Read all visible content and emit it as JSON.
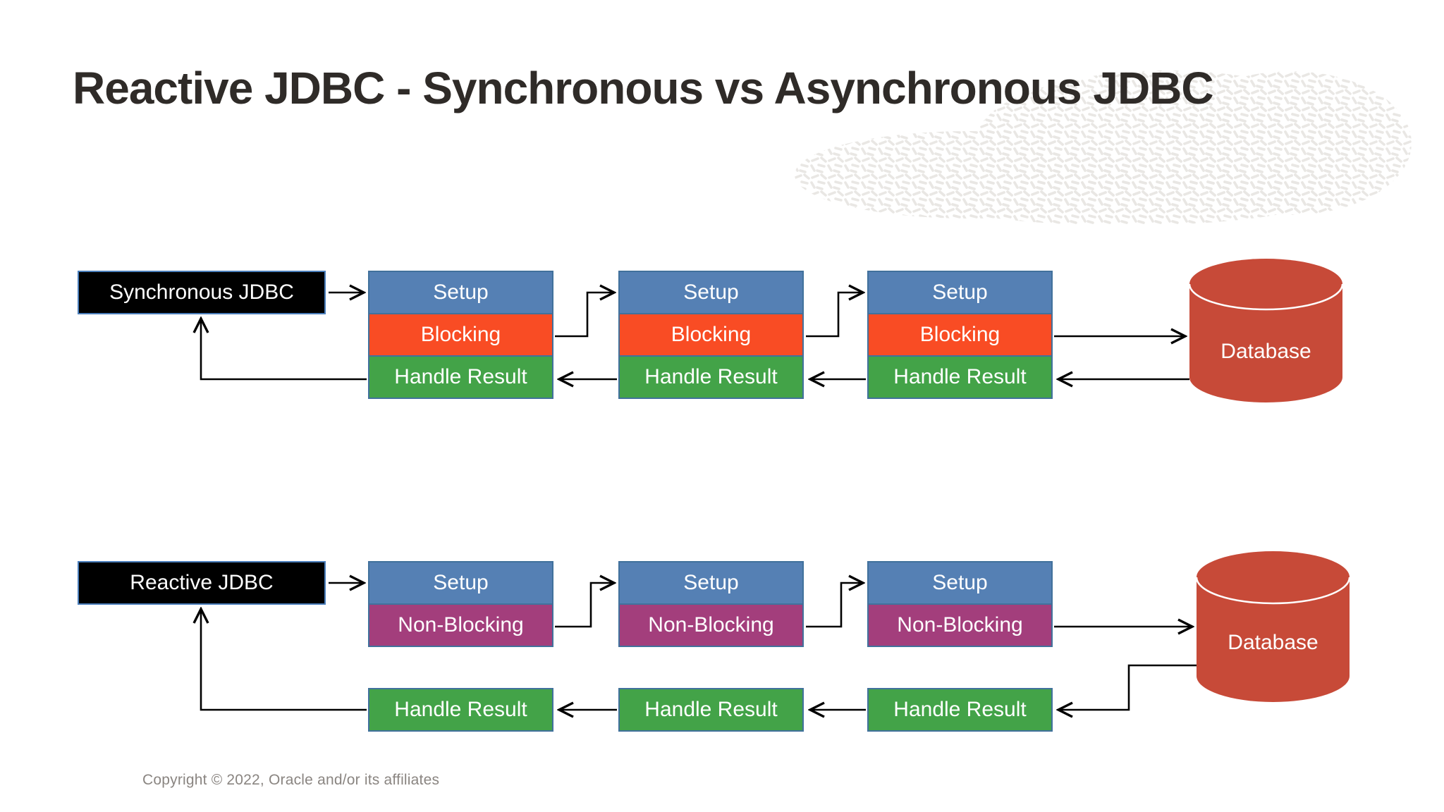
{
  "slide": {
    "title": "Reactive JDBC - Synchronous vs Asynchronous JDBC",
    "copyright": "Copyright © 2022, Oracle and/or its affiliates"
  },
  "colors": {
    "setup_blue": "#5580B4",
    "blocking_orange": "#F94C24",
    "non_blocking_purple": "#A33E7C",
    "handle_result_green": "#43A348",
    "database_red": "#C74A38",
    "label_box_black": "#000000",
    "box_border_blue": "#41719C",
    "title_dark": "#2F2B28",
    "copyright_gray": "#8A8581",
    "texture_gray": "#E9E7E4"
  },
  "sync_flow": {
    "label": "Synchronous JDBC",
    "database": "Database",
    "stage1": {
      "setup": "Setup",
      "blocking": "Blocking",
      "handle": "Handle Result"
    },
    "stage2": {
      "setup": "Setup",
      "blocking": "Blocking",
      "handle": "Handle Result"
    },
    "stage3": {
      "setup": "Setup",
      "blocking": "Blocking",
      "handle": "Handle Result"
    }
  },
  "reactive_flow": {
    "label": "Reactive JDBC",
    "database": "Database",
    "stage1": {
      "setup": "Setup",
      "blocking": "Non-Blocking",
      "handle": "Handle Result"
    },
    "stage2": {
      "setup": "Setup",
      "blocking": "Non-Blocking",
      "handle": "Handle Result"
    },
    "stage3": {
      "setup": "Setup",
      "blocking": "Non-Blocking",
      "handle": "Handle Result"
    }
  }
}
